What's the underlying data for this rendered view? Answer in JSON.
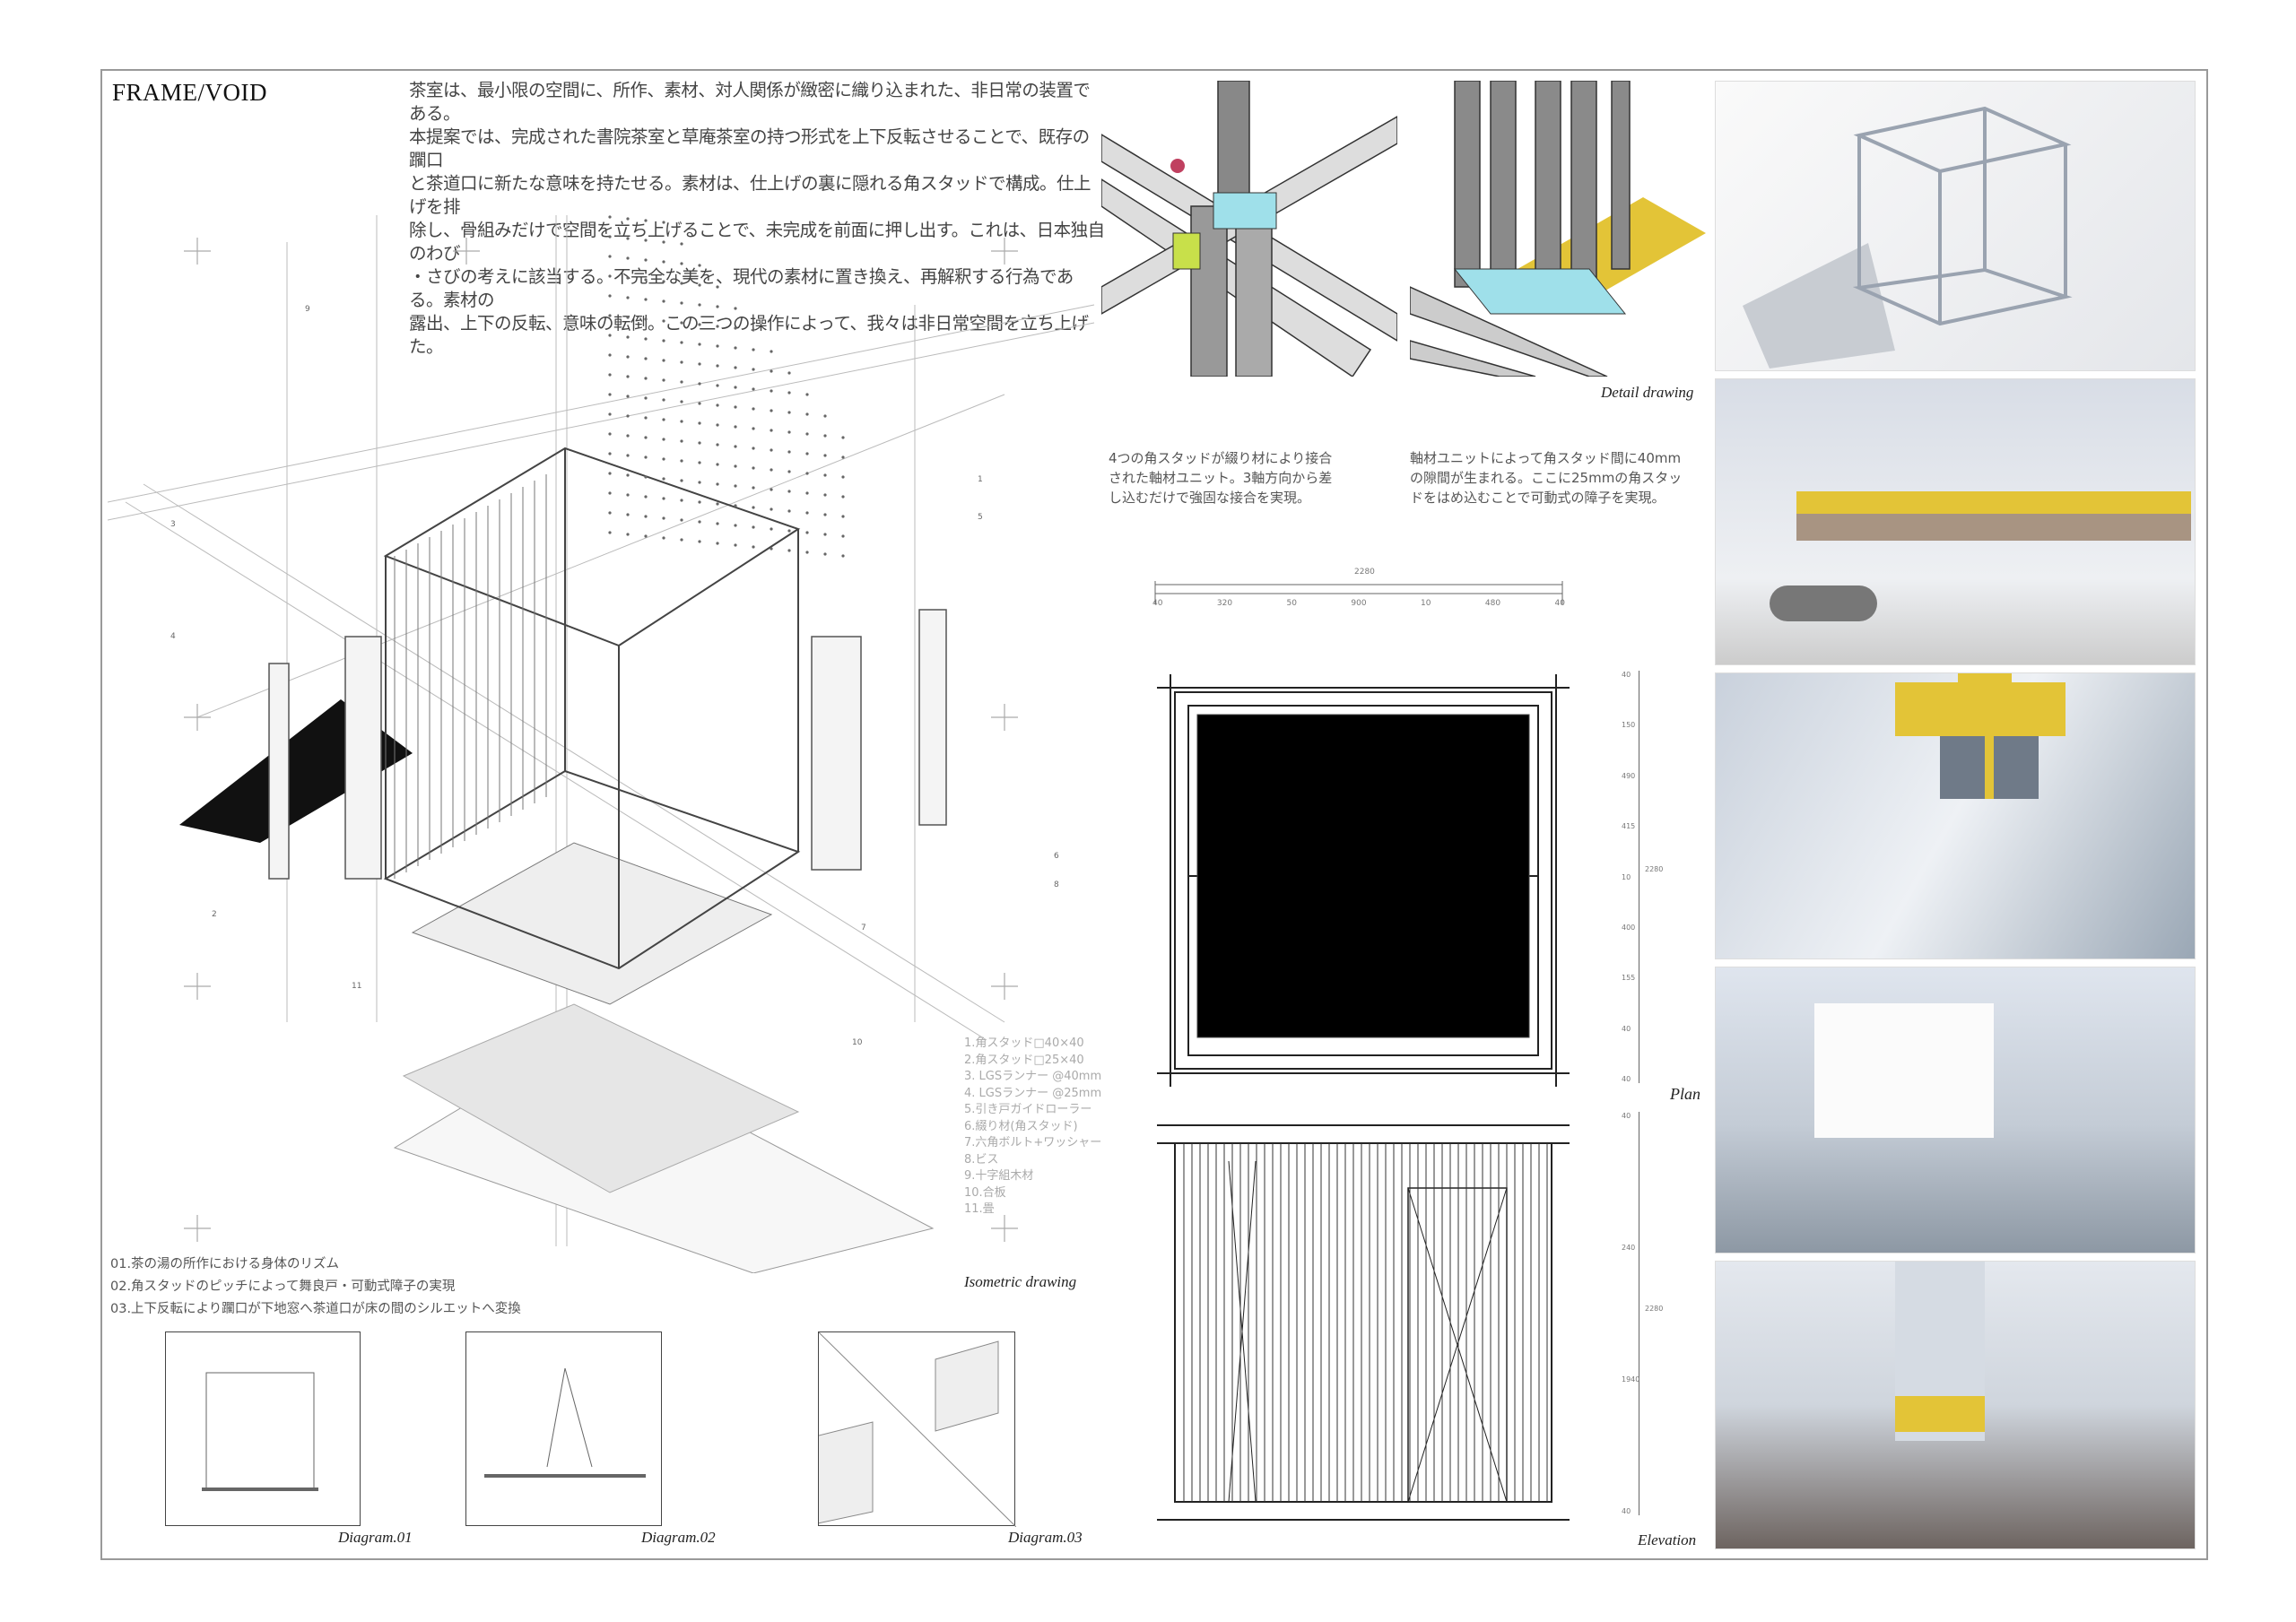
{
  "board": {
    "title": "FRAME/VOID",
    "concept_lines": [
      "茶室は、最小限の空間に、所作、素材、対人関係が緻密に織り込まれた、非日常の装置である。",
      "本提案では、完成された書院茶室と草庵茶室の持つ形式を上下反転させることで、既存の躙口",
      "と茶道口に新たな意味を持たせる。素材は、仕上げの裏に隠れる角スタッドで構成。仕上げを排",
      "除し、骨組みだけで空間を立ち上げることで、未完成を前面に押し出す。これは、日本独自のわび",
      "・さびの考えに該当する。不完全な美を、現代の素材に置き換え、再解釈する行為である。素材の",
      "露出、上下の反転、意味の転倒。この三つの操作によって、我々は非日常空間を立ち上げた。"
    ]
  },
  "isometric": {
    "caption": "Isometric drawing",
    "legend": [
      "1.角スタッド□40×40",
      "2.角スタッド□25×40",
      "3. LGSランナー @40mm",
      "4. LGSランナー @25mm",
      "5.引き戸ガイドローラー",
      "6.綴り材(角スタッド)",
      "7.六角ボルト+ワッシャー",
      "8.ビス",
      "9.十字組木材",
      "10.合板",
      "11.畳"
    ],
    "callout_numbers": [
      "9",
      "3",
      "4",
      "2",
      "1",
      "5",
      "6",
      "8",
      "11",
      "7",
      "10"
    ]
  },
  "detail": {
    "caption": "Detail drawing",
    "notes": [
      [
        "4つの角スタッドが綴り材により接合",
        "された軸材ユニット。3軸方向から差",
        "し込むだけで強固な接合を実現。"
      ],
      [
        "軸材ユニットによって角スタッド間に40mm",
        "の隙間が生まれる。ここに25mmの角スタッ",
        "ドをはめ込むことで可動式の障子を実現。"
      ]
    ]
  },
  "plan": {
    "caption": "Plan",
    "width_total": "2280",
    "width_dims": [
      "40",
      "320",
      "50",
      "900",
      "10",
      "480",
      "40"
    ],
    "depth_total": "2280",
    "depth_dims": [
      "40",
      "150",
      "490",
      "415",
      "10",
      "400",
      "155",
      "40",
      "40"
    ]
  },
  "elevation": {
    "caption": "Elevation",
    "height_total": "2280",
    "height_dims": [
      "40",
      "240",
      "1940",
      "40"
    ]
  },
  "diagrams": {
    "notes": [
      "01.茶の湯の所作における身体のリズム",
      "02.角スタッドのピッチによって舞良戸・可動式障子の実現",
      "03.上下反転により躙口が下地窓へ茶道口が床の間のシルエットへ変換"
    ],
    "labels": [
      "Diagram.01",
      "Diagram.02",
      "Diagram.03"
    ]
  },
  "colors": {
    "accent_yellow": "#e3c437",
    "accent_cyan": "#9fe0ea",
    "accent_green": "#c8e04a",
    "line": "#333333"
  }
}
